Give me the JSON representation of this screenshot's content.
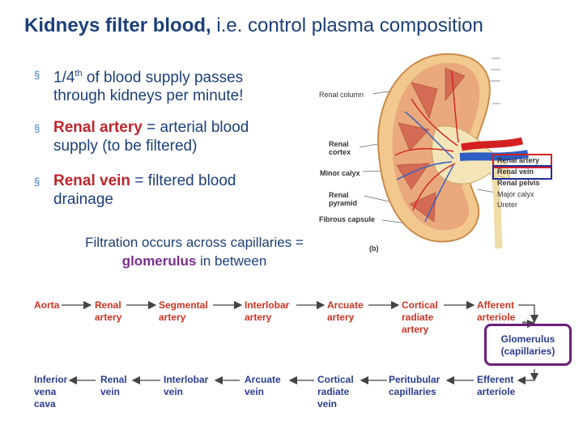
{
  "title": {
    "bold": "Kidneys filter blood,",
    "rest": " i.e. control plasma composition"
  },
  "bullets": {
    "b1": {
      "main": "1/4",
      "sup": "th",
      "rest": " of blood supply passes through kidneys per minute!"
    },
    "b2": {
      "bold": "Renal artery",
      "rest": " = arterial blood supply (to be filtered)"
    },
    "b3": {
      "bold": "Renal vein",
      "rest": " = filtered blood drainage"
    }
  },
  "filtration": {
    "line1": "Filtration occurs across capillaries =",
    "bold": "glomerulus",
    "rest": " in between"
  },
  "kidney_labels": {
    "renal_column": "Renal column",
    "renal_cortex": "Renal\ncortex",
    "minor_calyx": "Minor calyx",
    "renal_pyramid": "Renal\npyramid",
    "fibrous_capsule": "Fibrous capsule",
    "panel": "(b)",
    "renal_artery": "Renal artery",
    "renal_vein": "Renal vein",
    "renal_pelvis": "Renal pelvis",
    "major_calyx": "Major calyx",
    "ureter": "Ureter"
  },
  "flow_top": [
    "Aorta",
    "Renal\nartery",
    "Segmental\nartery",
    "Interlobar\nartery",
    "Arcuate\nartery",
    "Cortical\nradiate\nartery",
    "Afferent\narteriole"
  ],
  "glomerulus": "Glomerulus\n(capillaries)",
  "flow_bottom": [
    "Inferior\nvena\ncava",
    "Renal\nvein",
    "Interlobar\nvein",
    "Arcuate\nvein",
    "Cortical\nradiate\nvein",
    "Peritubular\ncapillaries",
    "Efferent\narteriole"
  ]
}
